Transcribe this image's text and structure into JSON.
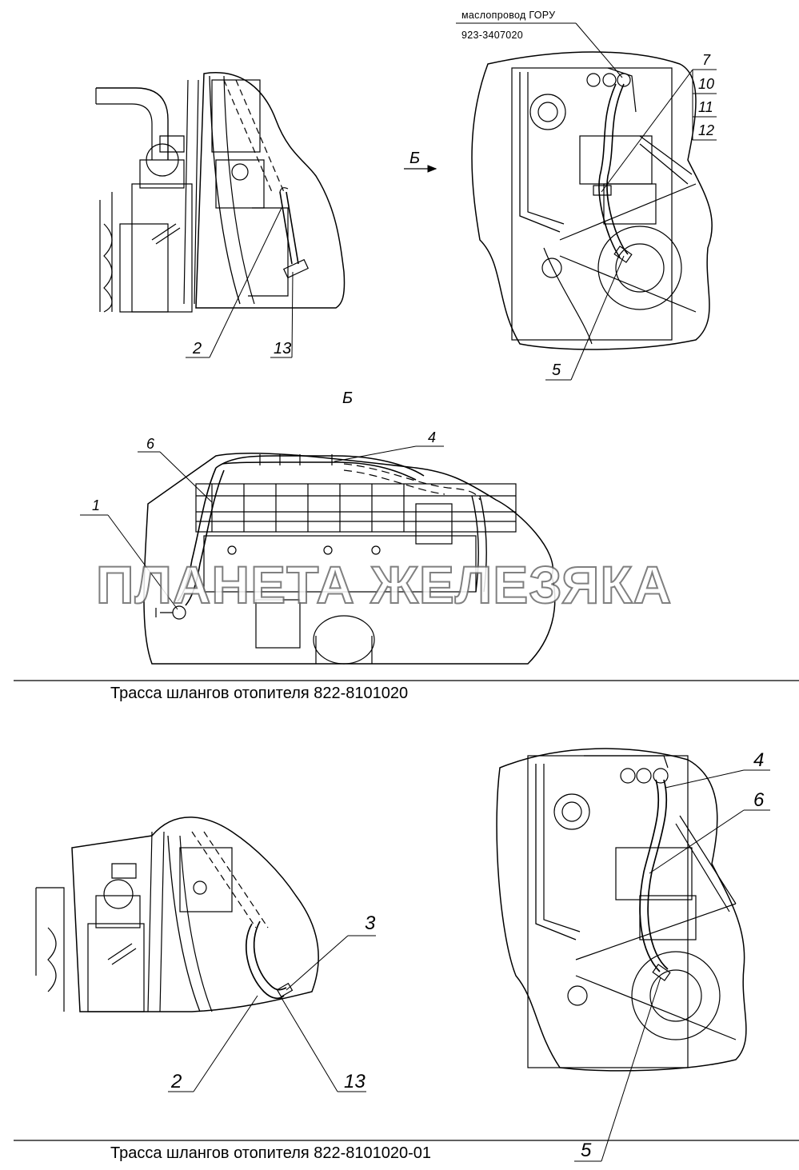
{
  "top_left_view": {
    "callouts": [
      "2",
      "13"
    ]
  },
  "top_right_view": {
    "note_line1": "маслопровод ГОРУ",
    "note_line2": "923-3407020",
    "callouts": [
      "7",
      "10",
      "11",
      "12",
      "5"
    ],
    "view_arrow_label": "Б"
  },
  "middle_view": {
    "section_label": "Б",
    "callouts": [
      "6",
      "4",
      "1"
    ]
  },
  "watermark": "ПЛАНЕТА ЖЕЛЕЗЯКА",
  "caption_1": "Трасса шлангов отопителя 822-8101020",
  "bottom_left_view": {
    "callouts": [
      "3",
      "2",
      "13"
    ]
  },
  "bottom_right_view": {
    "callouts": [
      "4",
      "6",
      "5"
    ]
  },
  "caption_2": "Трасса шлангов отопителя 822-8101020-01"
}
